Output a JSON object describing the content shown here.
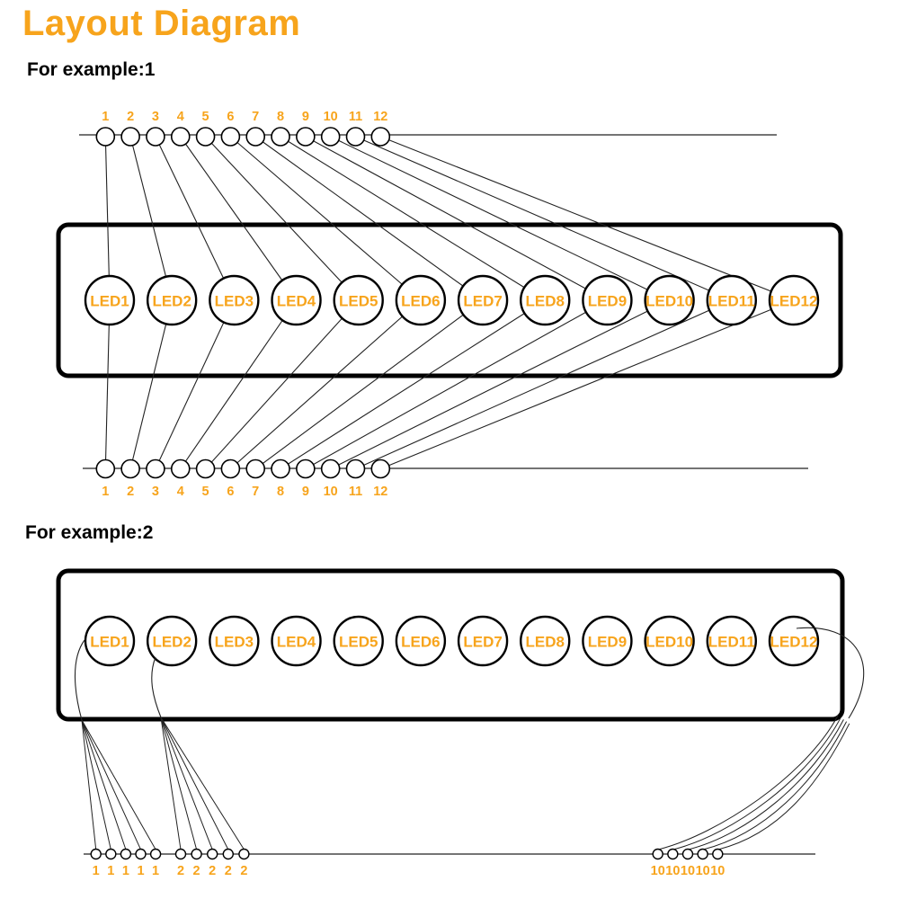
{
  "title": "Layout Diagram",
  "accent_color": "#F7A41C",
  "wire_color": "#222222",
  "examples": [
    {
      "label": "For example:1",
      "top_pins": [
        "1",
        "2",
        "3",
        "4",
        "5",
        "6",
        "7",
        "8",
        "9",
        "10",
        "11",
        "12"
      ],
      "leds": [
        "LED1",
        "LED2",
        "LED3",
        "LED4",
        "LED5",
        "LED6",
        "LED7",
        "LED8",
        "LED9",
        "LED10",
        "LED11",
        "LED12"
      ],
      "bottom_pins": [
        "1",
        "2",
        "3",
        "4",
        "5",
        "6",
        "7",
        "8",
        "9",
        "10",
        "11",
        "12"
      ]
    },
    {
      "label": "For example:2",
      "leds": [
        "LED1",
        "LED2",
        "LED3",
        "LED4",
        "LED5",
        "LED6",
        "LED7",
        "LED8",
        "LED9",
        "LED10",
        "LED11",
        "LED12"
      ],
      "wire_groups": [
        {
          "led": "LED1",
          "pins": [
            "1",
            "1",
            "1",
            "1",
            "1"
          ]
        },
        {
          "led": "LED2",
          "pins": [
            "2",
            "2",
            "2",
            "2",
            "2"
          ]
        },
        {
          "led": "LED12",
          "pins": [
            "10",
            "10",
            "10",
            "10",
            "10"
          ]
        }
      ]
    }
  ]
}
